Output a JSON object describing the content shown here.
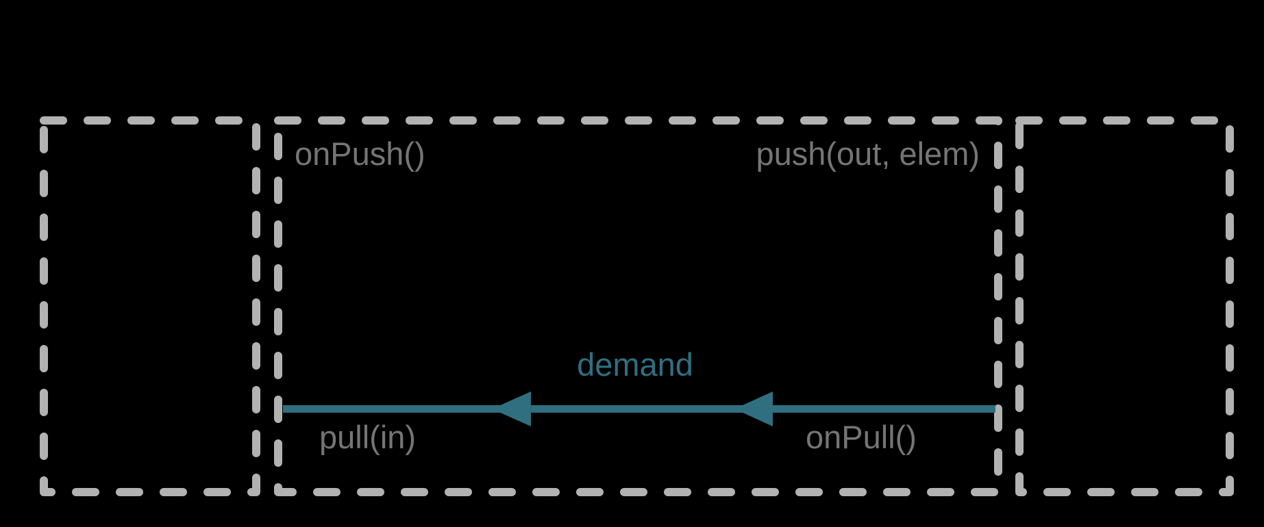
{
  "colors": {
    "background": "#000000",
    "box_border": "#b2b2b2",
    "label_text": "#757575",
    "accent_teal": "#2f6f80"
  },
  "diagram": {
    "boxes": {
      "upstream": "",
      "stage": "",
      "downstream": ""
    },
    "labels": {
      "on_push": "onPush()",
      "push": "push(out, elem)",
      "demand": "demand",
      "pull": "pull(in)",
      "on_pull": "onPull()"
    }
  }
}
